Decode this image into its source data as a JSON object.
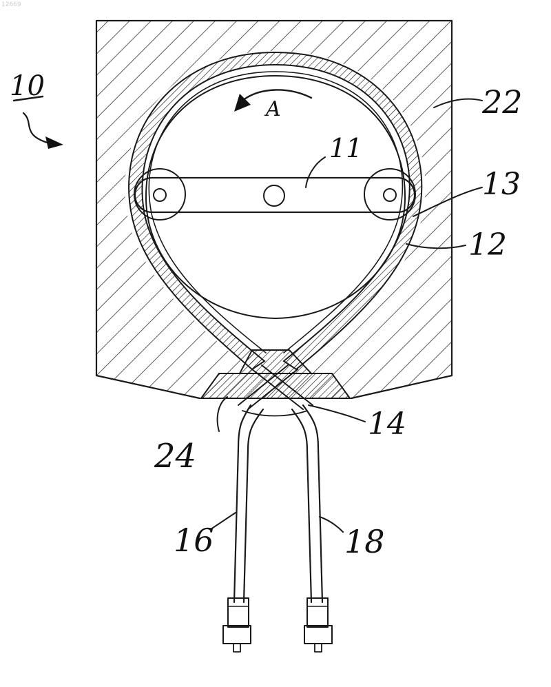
{
  "corner_id": "12669",
  "labels": {
    "device": "10",
    "direction": "A",
    "rotor": "11",
    "housing": "22",
    "roller": "13",
    "tube": "12",
    "fitting": "14",
    "seal": "24",
    "inlet_line": "16",
    "outlet_line": "18"
  }
}
